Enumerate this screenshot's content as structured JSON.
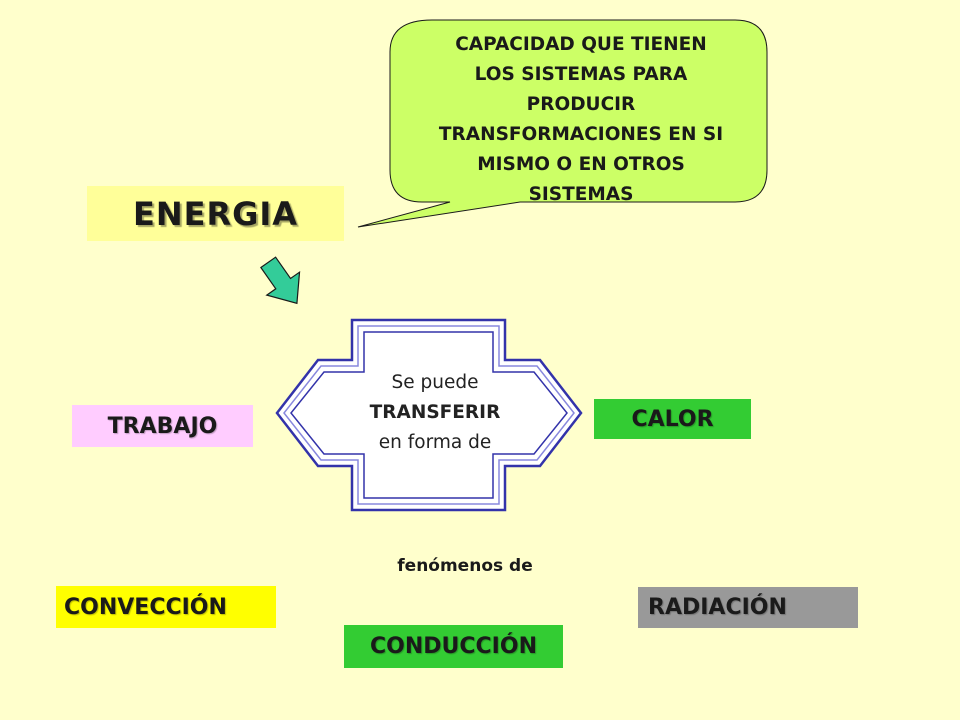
{
  "definition": {
    "lines": [
      "CAPACIDAD QUE TIENEN",
      "LOS SISTEMAS PARA",
      "PRODUCIR",
      "TRANSFORMACIONES EN SI",
      "MISMO O EN OTROS",
      "SISTEMAS"
    ]
  },
  "energia": {
    "label": "ENERGIA"
  },
  "transfer": {
    "line1": "Se puede",
    "line2": "TRANSFERIR",
    "line3": "en forma de"
  },
  "trabajo": {
    "label": "TRABAJO"
  },
  "calor": {
    "label": "CALOR"
  },
  "fenomenos": {
    "label": "fenómenos de"
  },
  "conveccion": {
    "label": "CONVECCIÓN"
  },
  "conduccion": {
    "label": "CONDUCCIÓN"
  },
  "radiacion": {
    "label": "RADIACIÓN"
  },
  "colors": {
    "background": "#ffffcc",
    "bubble": "#ccff66",
    "energia": "#ffff99",
    "trabajo": "#ffccff",
    "calor": "#33cc33",
    "conveccion": "#ffff00",
    "conduccion": "#33cc33",
    "radiacion": "#999999",
    "arrow_down": "#33cc99",
    "cross_arrow_stroke": "#3333aa"
  }
}
